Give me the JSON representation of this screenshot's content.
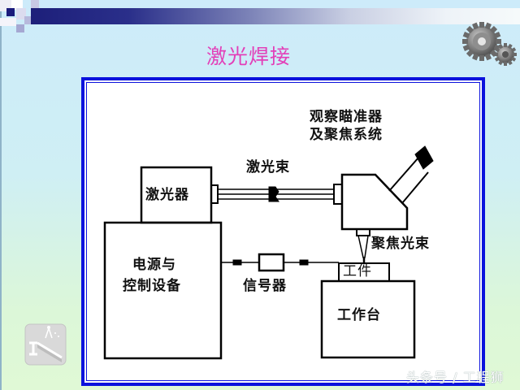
{
  "slide": {
    "title": "激光焊接",
    "title_color": "#e33fb8",
    "frame_color": "#0b12dd",
    "decor_icons": [
      "gears-icon",
      "steel-beam-crane-icon"
    ]
  },
  "diagram": {
    "components": {
      "laser": "激光器",
      "power_control": [
        "电源与",
        "控制设备"
      ],
      "signal_device": "信号器",
      "workpiece": "工件",
      "worktable": "工作台"
    },
    "labels": {
      "laser_beam": "激光束",
      "observation_system": [
        "观察瞄准器",
        "及聚焦系统"
      ],
      "focused_beam": "聚焦光束"
    }
  },
  "watermark": {
    "text": "头条号 / 工程狮"
  }
}
